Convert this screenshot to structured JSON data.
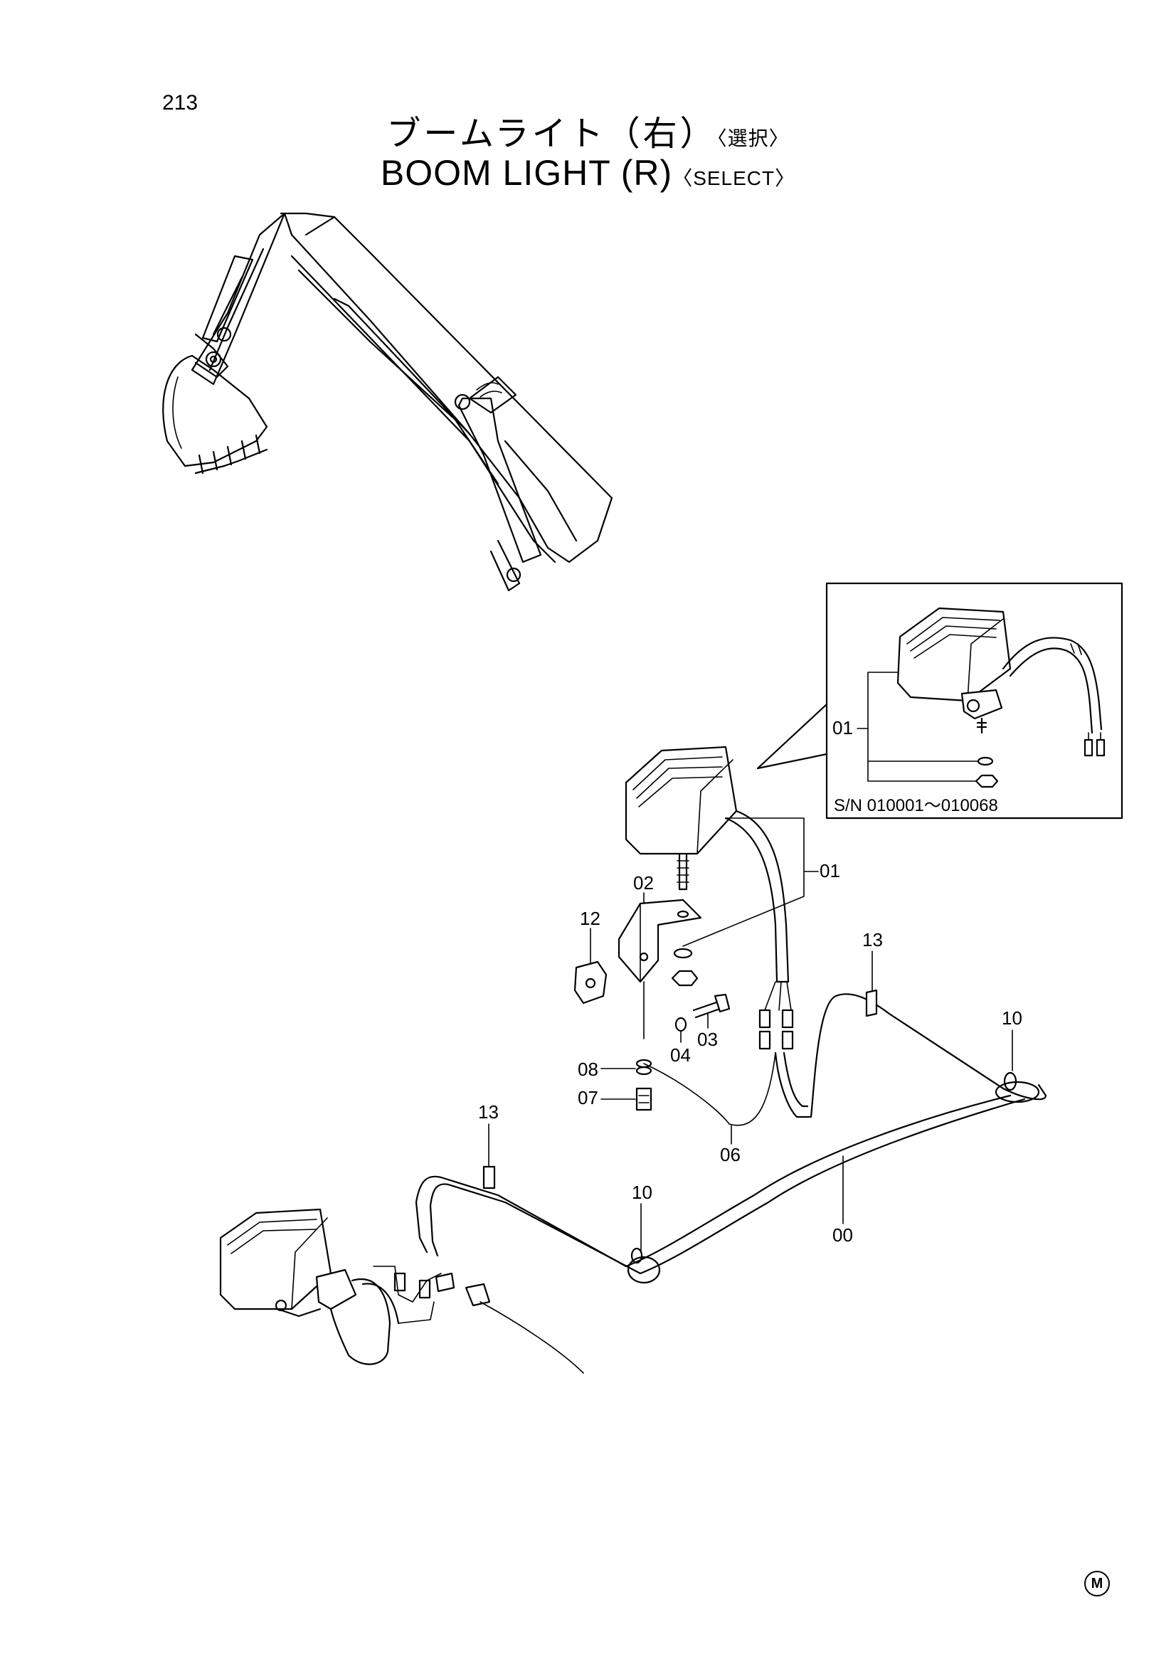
{
  "page_number": "213",
  "title": {
    "jp_main": "ブームライト（右）",
    "jp_sub": "〈選択〉",
    "en_main": "BOOM LIGHT (R)",
    "en_sub": "〈SELECT〉"
  },
  "inset": {
    "part_label": "01",
    "serial_range": "S/N 010001～010068"
  },
  "callouts": {
    "c01": "01",
    "c02": "02",
    "c03": "03",
    "c04": "04",
    "c06": "06",
    "c07": "07",
    "c08": "08",
    "c10a": "10",
    "c10b": "10",
    "c12": "12",
    "c13a": "13",
    "c13b": "13",
    "c00": "00"
  },
  "corner_mark": "M"
}
